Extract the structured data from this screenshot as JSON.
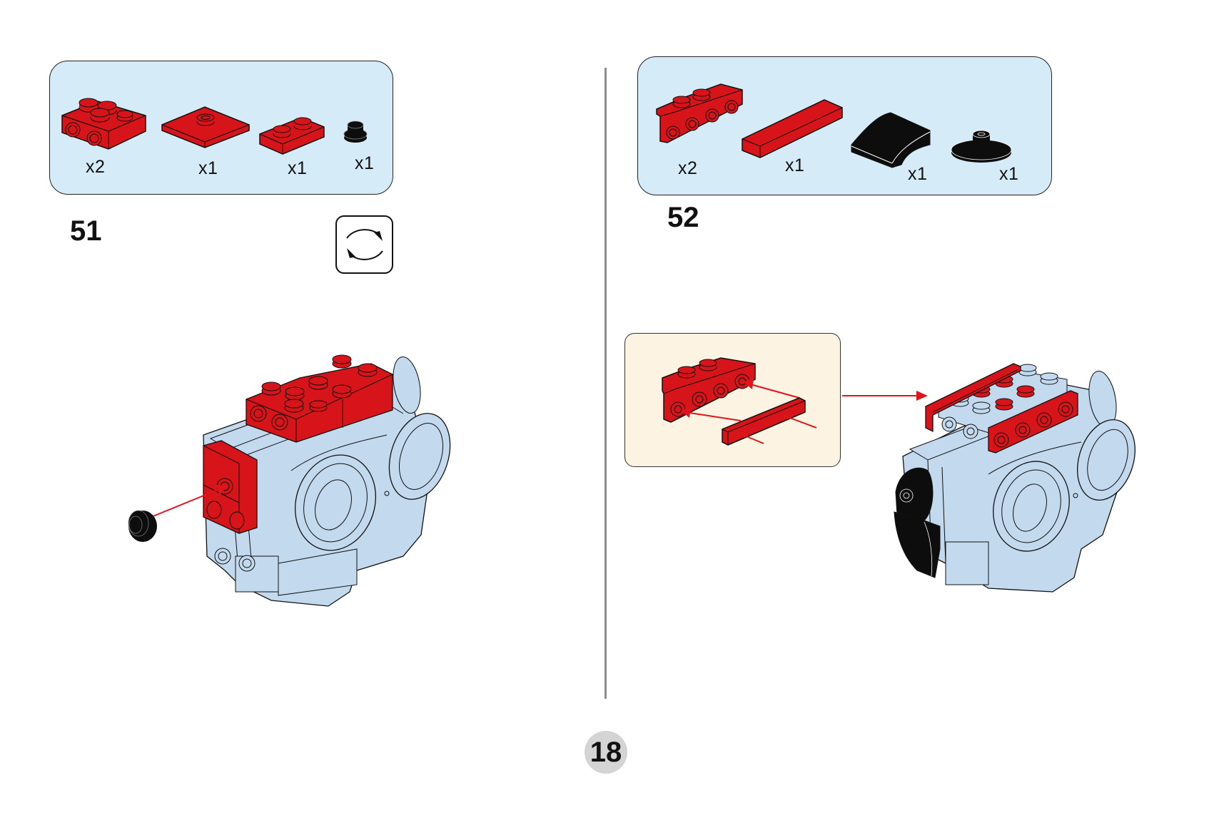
{
  "page": {
    "number": "18",
    "colors": {
      "panel_bg": "#d5ecf8",
      "callout_bg": "#fcf3e2",
      "brick_red": "#d7141a",
      "brick_light_blue": "#c2d9ee",
      "brick_black": "#0d0d0d",
      "arrow_red": "#e0141a",
      "divider": "#8e8e8e",
      "page_badge": "#d4d4d4"
    }
  },
  "steps": [
    {
      "number": "51",
      "parts": [
        {
          "name": "red 2x2 brick with side studs",
          "icon": "red-plate-side-studs-icon",
          "qty": "x2"
        },
        {
          "name": "red 2x2 jumper plate",
          "icon": "red-jumper-plate-icon",
          "qty": "x1"
        },
        {
          "name": "red 1x2 plate",
          "icon": "red-plate-1x2-icon",
          "qty": "x1"
        },
        {
          "name": "black round 1x1 plate",
          "icon": "black-round-plate-icon",
          "qty": "x1"
        }
      ],
      "rotate_hint": "rotate-model-icon"
    },
    {
      "number": "52",
      "parts": [
        {
          "name": "red bracket 1x2-1x4",
          "icon": "red-bracket-icon",
          "qty": "x2"
        },
        {
          "name": "red tile 1x4",
          "icon": "red-tile-1x4-icon",
          "qty": "x1"
        },
        {
          "name": "black curved slope 2x2",
          "icon": "black-curved-slope-icon",
          "qty": "x1"
        },
        {
          "name": "black round 2x2 plate with center stud",
          "icon": "black-dish-icon",
          "qty": "x1"
        }
      ],
      "subassembly": "bracket-and-tile-callout"
    }
  ]
}
